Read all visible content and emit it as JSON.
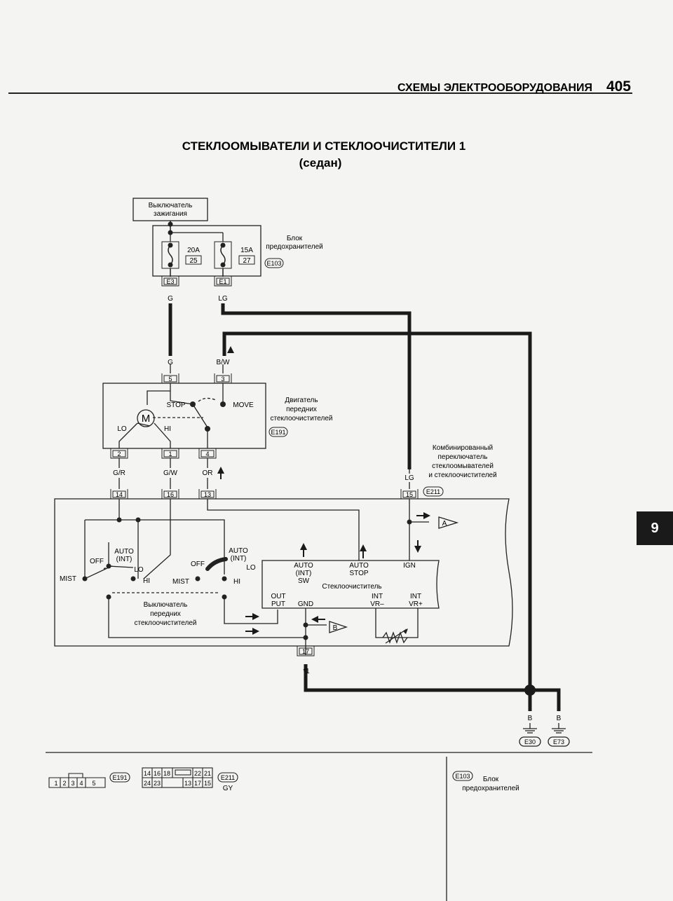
{
  "header": {
    "section": "СХЕМЫ ЭЛЕКТРООБОРУДОВАНИЯ",
    "page": "405"
  },
  "title": {
    "line1": "СТЕКЛООМЫВАТЕЛИ И СТЕКЛООЧИСТИТЕЛИ 1",
    "line2": "(седан)"
  },
  "ignition": {
    "l1": "Выключатель",
    "l2": "зажигания"
  },
  "fuse_block": {
    "l1": "Блок",
    "l2": "предохранителей",
    "conn": "E103",
    "fuse1_amp": "20A",
    "fuse1_num": "25",
    "fuse2_amp": "15A",
    "fuse2_num": "27",
    "pin1": "E3",
    "pin2": "E1"
  },
  "wires": {
    "g": "G",
    "lg": "LG",
    "bw": "B/W",
    "gr": "G/R",
    "gw": "G/W",
    "or": "OR",
    "b": "B"
  },
  "motor": {
    "l1": "Двигатель",
    "l2": "передних",
    "l3": "стеклоочистителей",
    "conn": "E191",
    "stop": "STOP",
    "move": "MOVE",
    "m": "M",
    "lo": "LO",
    "hi": "HI",
    "p5": "5",
    "p3": "3",
    "p2": "2",
    "p1": "1",
    "p4": "4"
  },
  "combo": {
    "l1": "Комбинированный",
    "l2": "переключатель",
    "l3": "стеклоомывателей",
    "l4": "и стеклоочистителей",
    "conn": "E211",
    "p14": "14",
    "p16": "16",
    "p13": "13",
    "p15": "15",
    "p17": "17",
    "star": "*1"
  },
  "switch": {
    "auto": "AUTO",
    "int": "(INT)",
    "off": "OFF",
    "lo": "LO",
    "hi": "HI",
    "mist": "MIST",
    "l1": "Выключатель",
    "l2": "передних",
    "l3": "стеклоочистителей"
  },
  "wiper_unit": {
    "auto_int_sw1": "AUTO",
    "auto_int_sw2": "(INT)",
    "auto_int_sw3": "SW",
    "auto_stop1": "AUTO",
    "auto_stop2": "STOP",
    "ign": "IGN",
    "name": "Стеклоочиститель",
    "out1": "OUT",
    "out2": "PUT",
    "gnd": "GND",
    "int1": "INT",
    "vrm": "VR–",
    "int2": "INT",
    "vrp": "VR+"
  },
  "markers": {
    "a": "A",
    "b": "B"
  },
  "grounds": {
    "g1": "E30",
    "g2": "E73"
  },
  "legend": {
    "e191_pins": [
      "1",
      "2",
      "3",
      "4",
      "5"
    ],
    "e191": "E191",
    "e211_row1": [
      "14",
      "16",
      "18",
      "",
      "22",
      "21"
    ],
    "e211_row2": [
      "24",
      "23",
      "",
      "13",
      "17",
      "15"
    ],
    "e211": "E211",
    "gy": "GY",
    "e103": "E103",
    "e103_l1": "Блок",
    "e103_l2": "предохранителей"
  },
  "tab": "9"
}
